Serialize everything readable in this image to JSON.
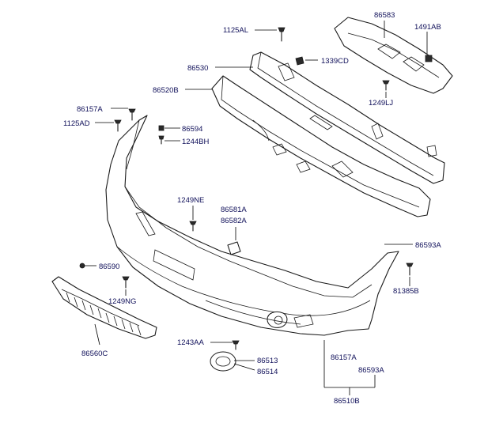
{
  "labels": {
    "p86583": "86583",
    "p1125AL": "1125AL",
    "p1491AB": "1491AB",
    "p86530": "86530",
    "p1339CD": "1339CD",
    "p86520B": "86520B",
    "p1249LJ": "1249LJ",
    "p86157A_top": "86157A",
    "p1125AD": "1125AD",
    "p86594": "86594",
    "p1244BH": "1244BH",
    "p1249NE": "1249NE",
    "p86581A": "86581A",
    "p86582A": "86582A",
    "p86593A_right": "86593A",
    "p86590": "86590",
    "p81385B": "81385B",
    "p1249NG": "1249NG",
    "p86560C": "86560C",
    "p1243AA": "1243AA",
    "p86513": "86513",
    "p86514": "86514",
    "p86157A_bottom": "86157A",
    "p86593A_bottom": "86593A",
    "p86510B": "86510B"
  },
  "colors": {
    "label_text": "#10105a",
    "line": "#1a1a1a"
  }
}
